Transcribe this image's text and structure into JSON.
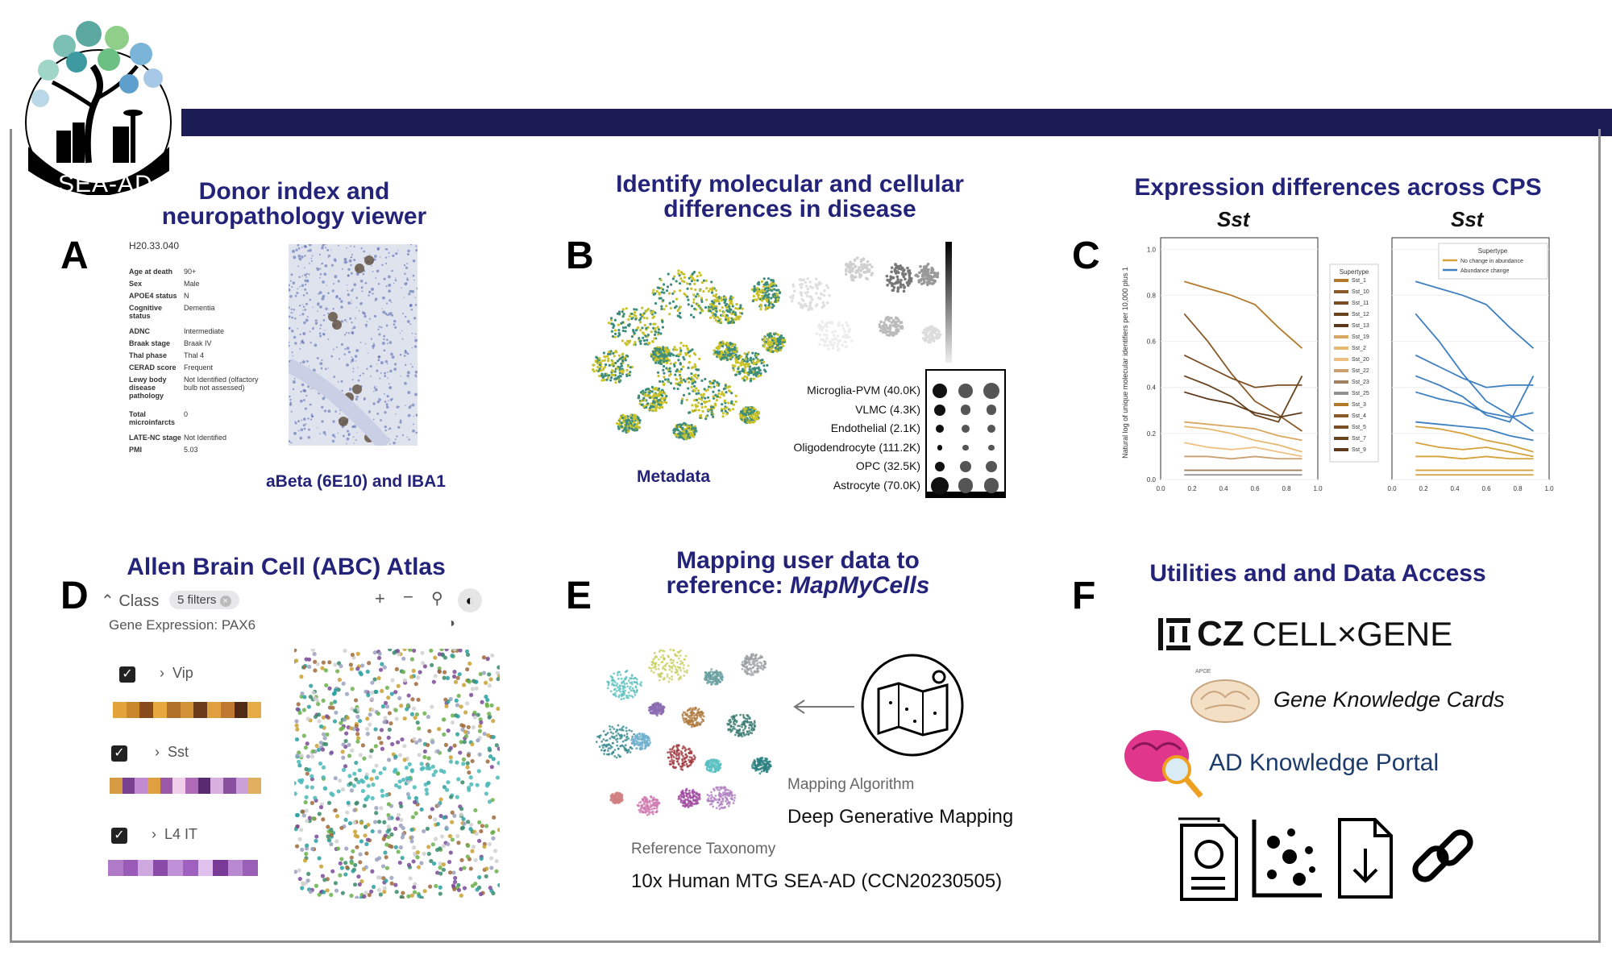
{
  "logo": {
    "text": "SEA-AD"
  },
  "panel_a": {
    "letter": "A",
    "title_line1": "Donor index and",
    "title_line2": "neuropathology viewer",
    "donor_id": "H20.33.040",
    "fields": [
      {
        "label": "Age at death",
        "value": "90+"
      },
      {
        "label": "Sex",
        "value": "Male"
      },
      {
        "label": "APOE4 status",
        "value": "N"
      },
      {
        "label": "Cognitive status",
        "value": "Dementia"
      },
      {
        "label": "ADNC",
        "value": "Intermediate"
      },
      {
        "label": "Braak stage",
        "value": "Braak IV"
      },
      {
        "label": "Thal phase",
        "value": "Thal 4"
      },
      {
        "label": "CERAD score",
        "value": "Frequent"
      },
      {
        "label": "Lewy body disease pathology",
        "value": "Not Identified (olfactory bulb not assessed)"
      },
      {
        "label": "Total microinfarcts",
        "value": "0"
      },
      {
        "label": "LATE-NC stage",
        "value": "Not Identified"
      },
      {
        "label": "PMI",
        "value": "5.03"
      }
    ],
    "image_caption": "aBeta (6E10) and IBA1"
  },
  "panel_b": {
    "letter": "B",
    "title_line1": "Identify molecular and cellular",
    "title_line2": "differences in disease",
    "umap_caption": "Metadata",
    "dot_rows": [
      {
        "label": "Microglia-PVM (40.0K)",
        "sizes": [
          0.8,
          0.8,
          0.9
        ]
      },
      {
        "label": "VLMC (4.3K)",
        "sizes": [
          0.5,
          0.4,
          0.4
        ]
      },
      {
        "label": "Endothelial (2.1K)",
        "sizes": [
          0.3,
          0.3,
          0.3
        ]
      },
      {
        "label": "Oligodendrocyte (111.2K)",
        "sizes": [
          0.05,
          0.1,
          0.1
        ]
      },
      {
        "label": "OPC (32.5K)",
        "sizes": [
          0.4,
          0.5,
          0.5
        ]
      },
      {
        "label": "Astrocyte (70.0K)",
        "sizes": [
          1.0,
          0.8,
          0.8
        ]
      }
    ]
  },
  "panel_c": {
    "letter": "C",
    "title": "Expression differences across CPS",
    "subtitle_left": "Sst",
    "subtitle_right": "Sst",
    "ylabel": "Natural log of unique molecular identifiers per 10,000 plus 1",
    "legend_left_title": "Supertype",
    "legend_left_items": [
      "Sst_1",
      "Sst_10",
      "Sst_11",
      "Sst_12",
      "Sst_13",
      "Sst_19",
      "Sst_2",
      "Sst_20",
      "Sst_22",
      "Sst_23",
      "Sst_25",
      "Sst_3",
      "Sst_4",
      "Sst_5",
      "Sst_7",
      "Sst_9"
    ],
    "legend_right_title": "Supertype",
    "legend_right_items": [
      "No change in abundance",
      "Abundance change"
    ],
    "colors": {
      "no_change": "#d4a13a",
      "change": "#3d7fc1"
    },
    "chart_data": {
      "type": "line",
      "x": [
        0.15,
        0.3,
        0.45,
        0.6,
        0.75,
        0.9
      ],
      "ylim": [
        0,
        1.05
      ],
      "xlim": [
        0,
        1.0
      ],
      "xticks": [
        "0.0",
        "0.2",
        "0.4",
        "0.6",
        "0.8",
        "1.0"
      ],
      "yticks": [
        "0.0",
        "0.2",
        "0.4",
        "0.6",
        "0.8",
        "1.0"
      ],
      "series": [
        {
          "values": [
            0.86,
            0.83,
            0.8,
            0.76,
            0.66,
            0.57
          ],
          "change": true
        },
        {
          "values": [
            0.72,
            0.6,
            0.46,
            0.34,
            0.28,
            0.21
          ],
          "change": true
        },
        {
          "values": [
            0.54,
            0.49,
            0.44,
            0.4,
            0.41,
            0.41
          ],
          "change": true
        },
        {
          "values": [
            0.45,
            0.41,
            0.36,
            0.28,
            0.25,
            0.45
          ],
          "change": true
        },
        {
          "values": [
            0.38,
            0.35,
            0.33,
            0.29,
            0.27,
            0.29
          ],
          "change": true
        },
        {
          "values": [
            0.25,
            0.24,
            0.23,
            0.22,
            0.19,
            0.17
          ],
          "change": true
        },
        {
          "values": [
            0.23,
            0.22,
            0.2,
            0.17,
            0.15,
            0.12
          ],
          "change": false
        },
        {
          "values": [
            0.16,
            0.14,
            0.13,
            0.14,
            0.12,
            0.1
          ],
          "change": false
        },
        {
          "values": [
            0.1,
            0.1,
            0.09,
            0.1,
            0.09,
            0.09
          ],
          "change": false
        },
        {
          "values": [
            0.04,
            0.04,
            0.04,
            0.04,
            0.04,
            0.04
          ],
          "change": false
        },
        {
          "values": [
            0.02,
            0.02,
            0.02,
            0.02,
            0.02,
            0.02
          ],
          "change": false
        }
      ]
    }
  },
  "panel_d": {
    "letter": "D",
    "title": "Allen Brain Cell (ABC) Atlas",
    "class_label": "Class",
    "filter_chip": "5 filters",
    "gene_expression": "Gene Expression: PAX6",
    "rows": [
      {
        "label": "Vip"
      },
      {
        "label": "Sst"
      },
      {
        "label": "L4 IT"
      }
    ]
  },
  "panel_e": {
    "letter": "E",
    "title_line1": "Mapping user data to",
    "title_line2_plain": "reference: ",
    "title_line2_italic": "MapMyCells",
    "algorithm_label": "Mapping Algorithm",
    "algorithm_value": "Deep Generative Mapping",
    "taxonomy_label": "Reference Taxonomy",
    "taxonomy_value": "10x Human MTG SEA-AD (CCN20230505)"
  },
  "panel_f": {
    "letter": "F",
    "title": "Utilities and and Data Access",
    "cellxgene_logo_text": "CZ",
    "cellxgene_text": "CELL×GENE",
    "brain_small_label": "APOE",
    "gene_cards": "Gene Knowledge Cards",
    "ad_portal": "AD Knowledge Portal"
  }
}
